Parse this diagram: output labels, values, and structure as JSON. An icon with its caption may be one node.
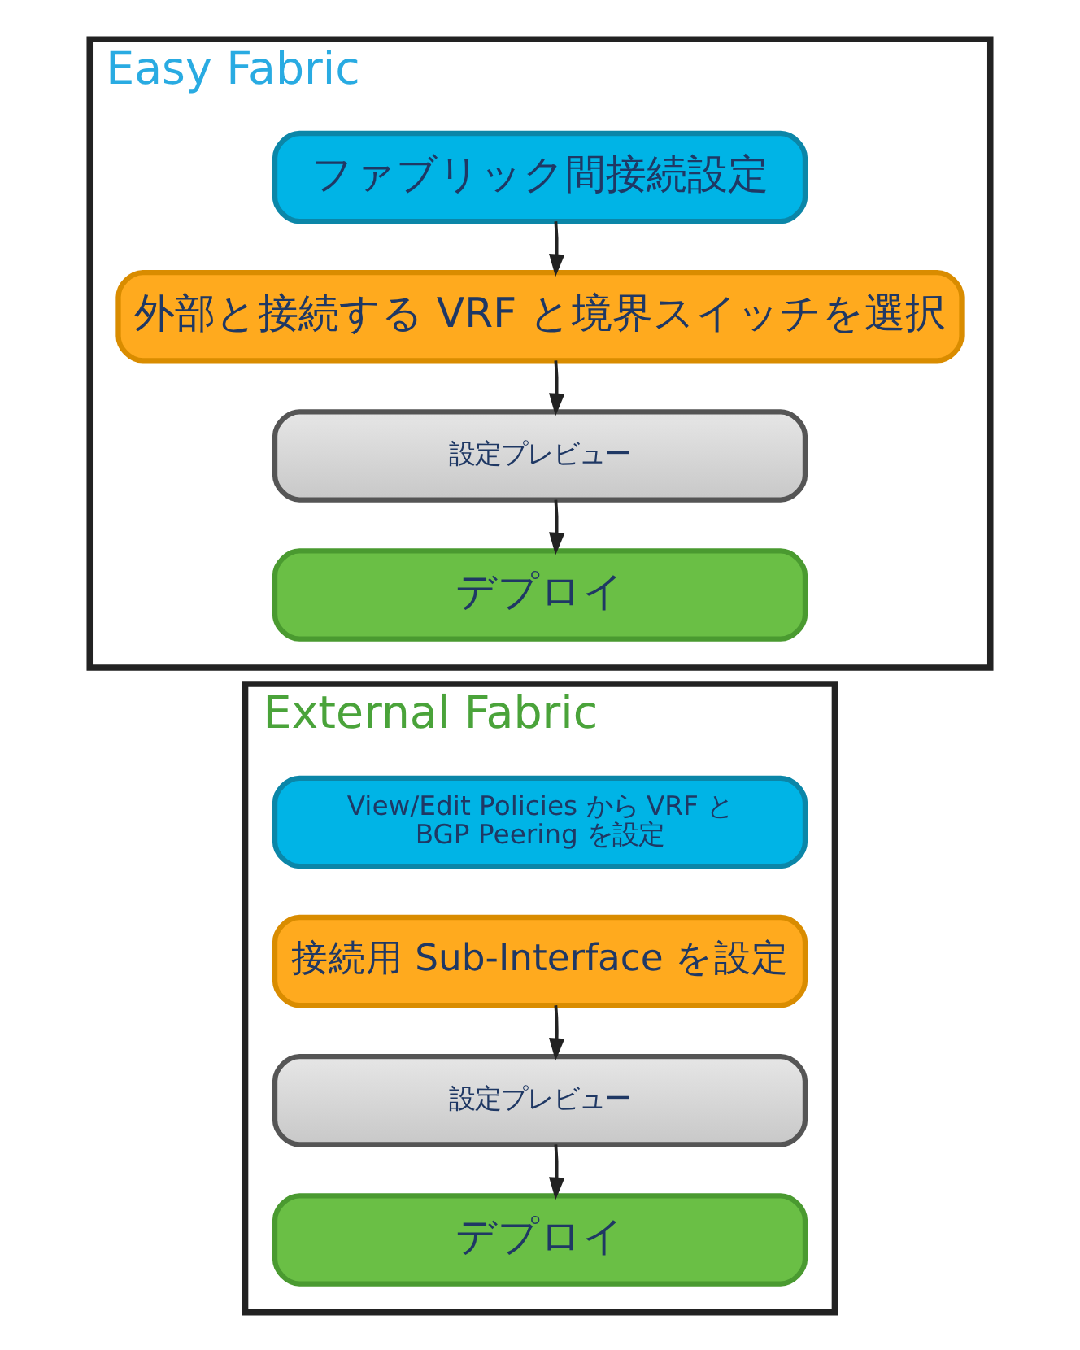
{
  "diagram": {
    "nodes": [
      {
        "text": [
          "Easy Fabric"
        ]
      },
      {
        "text": [
          "ファブリック間接続設定"
        ],
        "in": 0
      },
      {
        "text": [
          "外部と接続する VRF と境界スイッチを選択"
        ],
        "in": 0
      },
      {
        "text": [
          "設定プレビュー"
        ],
        "in": 0
      },
      {
        "text": [
          "デプロイ"
        ],
        "in": 0
      },
      {
        "text": [
          "External Fabric"
        ]
      },
      {
        "text": [
          "View/Edit Policies から VRF と BGP Peering を設定"
        ],
        "in": 5
      },
      {
        "text": [
          "接続用 Sub-Interface を設定"
        ],
        "in": 5
      },
      {
        "text": [
          "設定プレビュー"
        ],
        "in": 5
      },
      {
        "text": [
          "デプロイ"
        ],
        "in": 5
      }
    ],
    "edges": [
      {
        "from": 1,
        "to": 2,
        "arrow": "to"
      },
      {
        "from": 2,
        "to": 3,
        "arrow": "to"
      },
      {
        "from": 3,
        "to": 4,
        "arrow": "to"
      },
      {
        "from": 7,
        "to": 8,
        "arrow": "to"
      },
      {
        "from": 8,
        "to": 9,
        "arrow": "to"
      }
    ]
  }
}
